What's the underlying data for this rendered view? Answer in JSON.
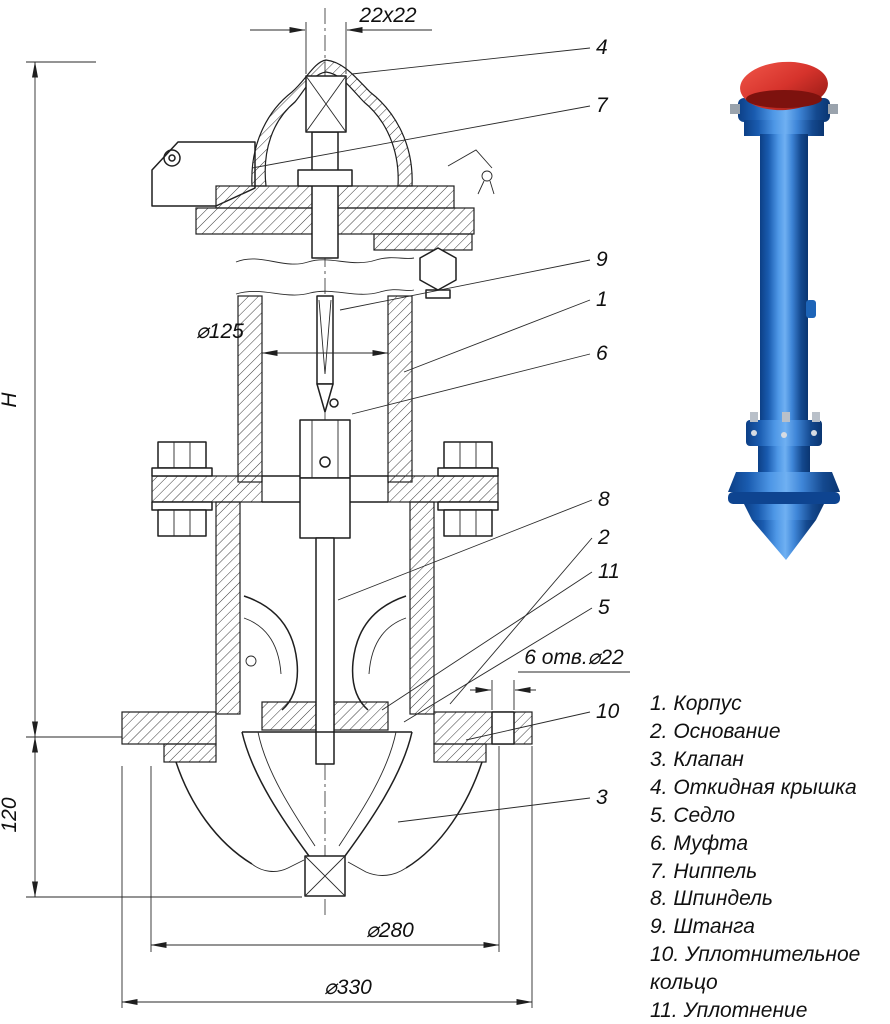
{
  "drawing": {
    "dims": {
      "square": "22x22",
      "bore": "⌀125",
      "height": "H",
      "base_height": "120",
      "holes": "6 отв.⌀22",
      "bolt_circle": "⌀280",
      "flange": "⌀330"
    },
    "callouts": {
      "c1": "1",
      "c2": "2",
      "c3": "3",
      "c4": "4",
      "c5": "5",
      "c6": "6",
      "c7": "7",
      "c8": "8",
      "c9": "9",
      "c10": "10",
      "c11": "11"
    }
  },
  "parts_list": {
    "items": [
      "1. Корпус",
      "2. Основание",
      "3. Клапан",
      "4. Откидная крышка",
      "5. Седло",
      "6. Муфта",
      "7. Ниппель",
      "8. Шпиндель",
      "9. Штанга",
      "10. Уплотнительное кольцо",
      "11. Уплотнение"
    ]
  },
  "photo": {
    "colors": {
      "cap_red": "#d6332c",
      "body_blue": "#1f66c0",
      "body_blue_dark": "#0d3f8a",
      "body_blue_light": "#6fb0f2",
      "bolt_silver": "#c9ced6"
    }
  }
}
